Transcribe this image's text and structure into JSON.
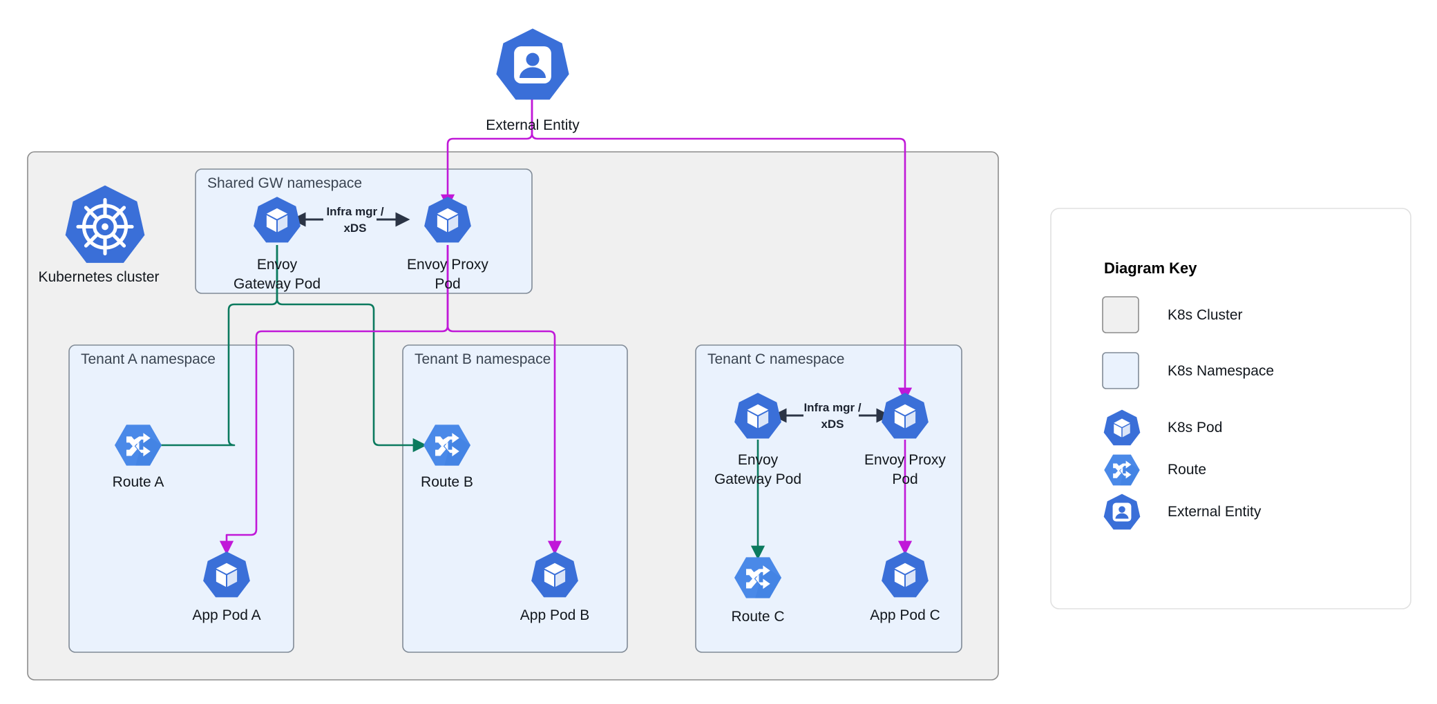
{
  "diagram": {
    "title": "Envoy Gateway multi-tenant Kubernetes topology",
    "colors": {
      "pod_blue": "#3a6fd8",
      "route_blue": "#4a89e8",
      "cluster_fill": "#f0f0f0",
      "cluster_stroke": "#8c8c8c",
      "namespace_fill": "#eaf2fd",
      "namespace_stroke": "#808a96",
      "traffic_magenta": "#c018d8",
      "config_green": "#0b7a5e",
      "infra_arrow": "#2b3445"
    }
  },
  "external_entity": {
    "label": "External Entity"
  },
  "cluster": {
    "icon_label": "Kubernetes cluster"
  },
  "shared_gw": {
    "title": "Shared GW namespace",
    "gateway_pod": {
      "line1": "Envoy",
      "line2": "Gateway Pod"
    },
    "proxy_pod": {
      "line1": "Envoy Proxy",
      "line2": "Pod"
    },
    "infra_label": {
      "line1": "Infra mgr /",
      "line2": "xDS"
    }
  },
  "tenants": [
    {
      "id": "a",
      "title": "Tenant A namespace",
      "route_label": "Route A",
      "app_pod_label": "App Pod A"
    },
    {
      "id": "b",
      "title": "Tenant B namespace",
      "route_label": "Route B",
      "app_pod_label": "App Pod B"
    },
    {
      "id": "c",
      "title": "Tenant C namespace",
      "route_label": "Route C",
      "app_pod_label": "App Pod C",
      "gateway_pod": {
        "line1": "Envoy",
        "line2": "Gateway Pod"
      },
      "proxy_pod": {
        "line1": "Envoy Proxy",
        "line2": "Pod"
      },
      "infra_label": {
        "line1": "Infra mgr /",
        "line2": "xDS"
      }
    }
  ],
  "legend": {
    "title": "Diagram Key",
    "items": [
      {
        "icon": "cluster-swatch-icon",
        "label": "K8s Cluster"
      },
      {
        "icon": "namespace-swatch-icon",
        "label": "K8s Namespace"
      },
      {
        "icon": "pod-icon",
        "label": "K8s Pod"
      },
      {
        "icon": "route-icon",
        "label": "Route"
      },
      {
        "icon": "external-entity-icon",
        "label": "External Entity"
      }
    ]
  }
}
